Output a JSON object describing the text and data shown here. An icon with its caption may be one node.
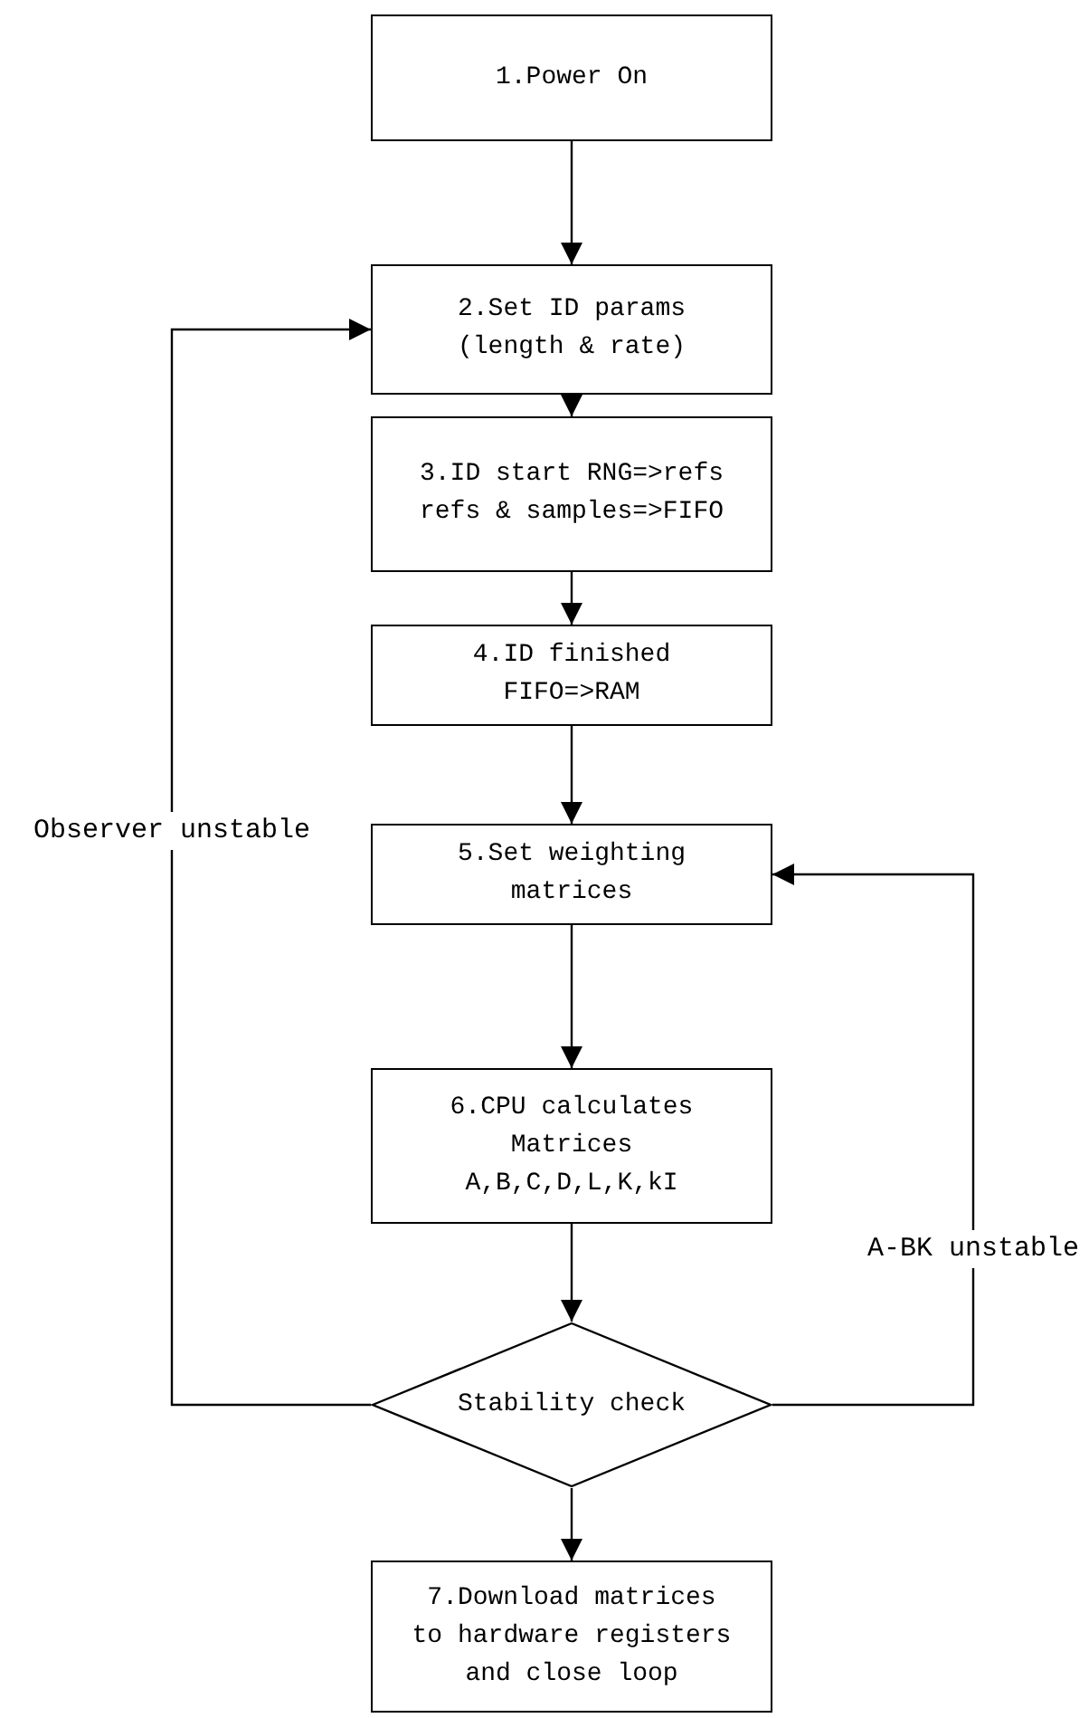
{
  "diagram": {
    "nodes": [
      {
        "text": [
          "1.Power On"
        ]
      },
      {
        "text": [
          "2.Set ID params (length & rate)"
        ]
      },
      {
        "text": [
          "3.ID start RNG=>refs refs & samples=>FIFO"
        ]
      },
      {
        "text": [
          "4.ID finished FIFO=>RAM"
        ]
      },
      {
        "text": [
          "5.Set weighting matrices"
        ]
      },
      {
        "text": [
          "6.CPU calculates Matrices A,B,C,D,L,K,kI"
        ]
      },
      {
        "text": [
          "Stability check"
        ]
      },
      {
        "text": [
          "7.Download matrices to hardware registers and close loop"
        ]
      }
    ],
    "edges": [
      {
        "from": 0,
        "to": 1,
        "arrow": "to"
      },
      {
        "from": 1,
        "to": 2,
        "arrow": "to"
      },
      {
        "from": 2,
        "to": 3,
        "arrow": "to"
      },
      {
        "from": 3,
        "to": 4,
        "arrow": "to"
      },
      {
        "from": 4,
        "to": 5,
        "arrow": "to"
      },
      {
        "from": 5,
        "to": 6,
        "arrow": "to"
      },
      {
        "from": 6,
        "to": 7,
        "arrow": "to"
      },
      {
        "from": 6,
        "to": 1,
        "arrow": "to",
        "label": "Observer unstable"
      },
      {
        "from": 6,
        "to": 4,
        "arrow": "to",
        "label": "A-BK unstable"
      }
    ]
  }
}
